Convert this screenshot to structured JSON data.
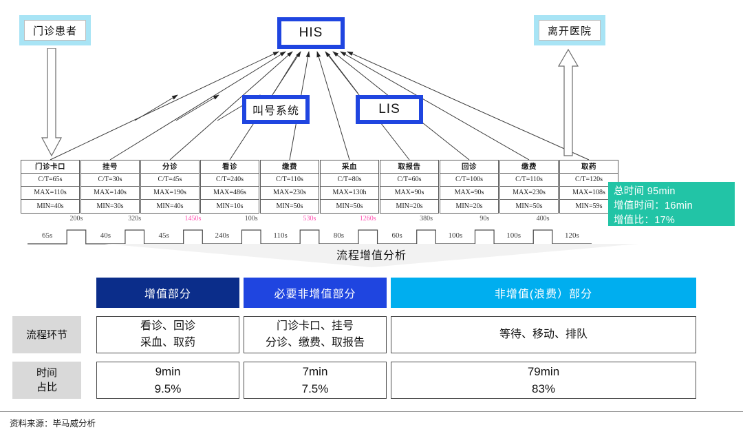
{
  "endpoints": {
    "entry": {
      "label": "门诊患者",
      "color": "#A8E4F5"
    },
    "exit": {
      "label": "离开医院",
      "color": "#A8E4F5"
    }
  },
  "systems": [
    {
      "id": "his",
      "label": "HIS",
      "color": "#1F45E0"
    },
    {
      "id": "queue",
      "label": "叫号系统",
      "color": "#1F45E0"
    },
    {
      "id": "lis",
      "label": "LIS",
      "color": "#1F45E0"
    }
  ],
  "process_steps": [
    {
      "name": "门诊卡口",
      "ct": "C/T=65s",
      "max": "MAX=110s",
      "min": "MIN=40s"
    },
    {
      "name": "挂号",
      "ct": "C/T=30s",
      "max": "MAX=140s",
      "min": "MIN=30s"
    },
    {
      "name": "分诊",
      "ct": "C/T=45s",
      "max": "MAX=190s",
      "min": "MIN=40s"
    },
    {
      "name": "看诊",
      "ct": "C/T=240s",
      "max": "MAX=486s",
      "min": "MIN=10s"
    },
    {
      "name": "缴费",
      "ct": "C/T=110s",
      "max": "MAX=230s",
      "min": "MIN=50s"
    },
    {
      "name": "采血",
      "ct": "C/T=80s",
      "max": "MAX=130h",
      "min": "MIN=50s"
    },
    {
      "name": "取报告",
      "ct": "C/T=60s",
      "max": "MAX=90s",
      "min": "MIN=20s"
    },
    {
      "name": "回诊",
      "ct": "C/T=100s",
      "max": "MAX=90s",
      "min": "MIN=20s"
    },
    {
      "name": "缴费",
      "ct": "C/T=110s",
      "max": "MAX=230s",
      "min": "MIN=50s"
    },
    {
      "name": "取药",
      "ct": "C/T=120s",
      "max": "MAX=108s",
      "min": "MIN=59s"
    }
  ],
  "timeline": {
    "process_times": [
      "65s",
      "40s",
      "45s",
      "240s",
      "110s",
      "80s",
      "60s",
      "100s",
      "100s",
      "120s"
    ],
    "wait_times": [
      {
        "value": "200s",
        "highlight": false
      },
      {
        "value": "320s",
        "highlight": false
      },
      {
        "value": "1450s",
        "highlight": true
      },
      {
        "value": "100s",
        "highlight": false
      },
      {
        "value": "530s",
        "highlight": true
      },
      {
        "value": "1260s",
        "highlight": true
      },
      {
        "value": "380s",
        "highlight": false
      },
      {
        "value": "90s",
        "highlight": false
      },
      {
        "value": "400s",
        "highlight": false
      }
    ],
    "highlight_color": "#FF4FB0"
  },
  "summary": {
    "total_time": "总时间 95min",
    "value_time": "增值时间：16min",
    "value_ratio": "增值比：17%",
    "color": "#22C4A6"
  },
  "banner": {
    "label": "流程增值分析"
  },
  "analysis": {
    "row_labels": [
      "流程环节",
      "时间\n占比"
    ],
    "columns": [
      {
        "header": "增值部分",
        "header_color": "#0B2D8A",
        "steps": "看诊、回诊\n采血、取药",
        "time": "9min\n9.5%"
      },
      {
        "header": "必要非增值部分",
        "header_color": "#1F45E0",
        "steps": "门诊卡口、挂号\n分诊、缴费、取报告",
        "time": "7min\n7.5%"
      },
      {
        "header": "非增值(浪费）部分",
        "header_color": "#00AEEF",
        "steps": "等待、移动、排队",
        "time": "79min\n83%"
      }
    ]
  },
  "footer": {
    "source": "资料来源：毕马威分析"
  }
}
